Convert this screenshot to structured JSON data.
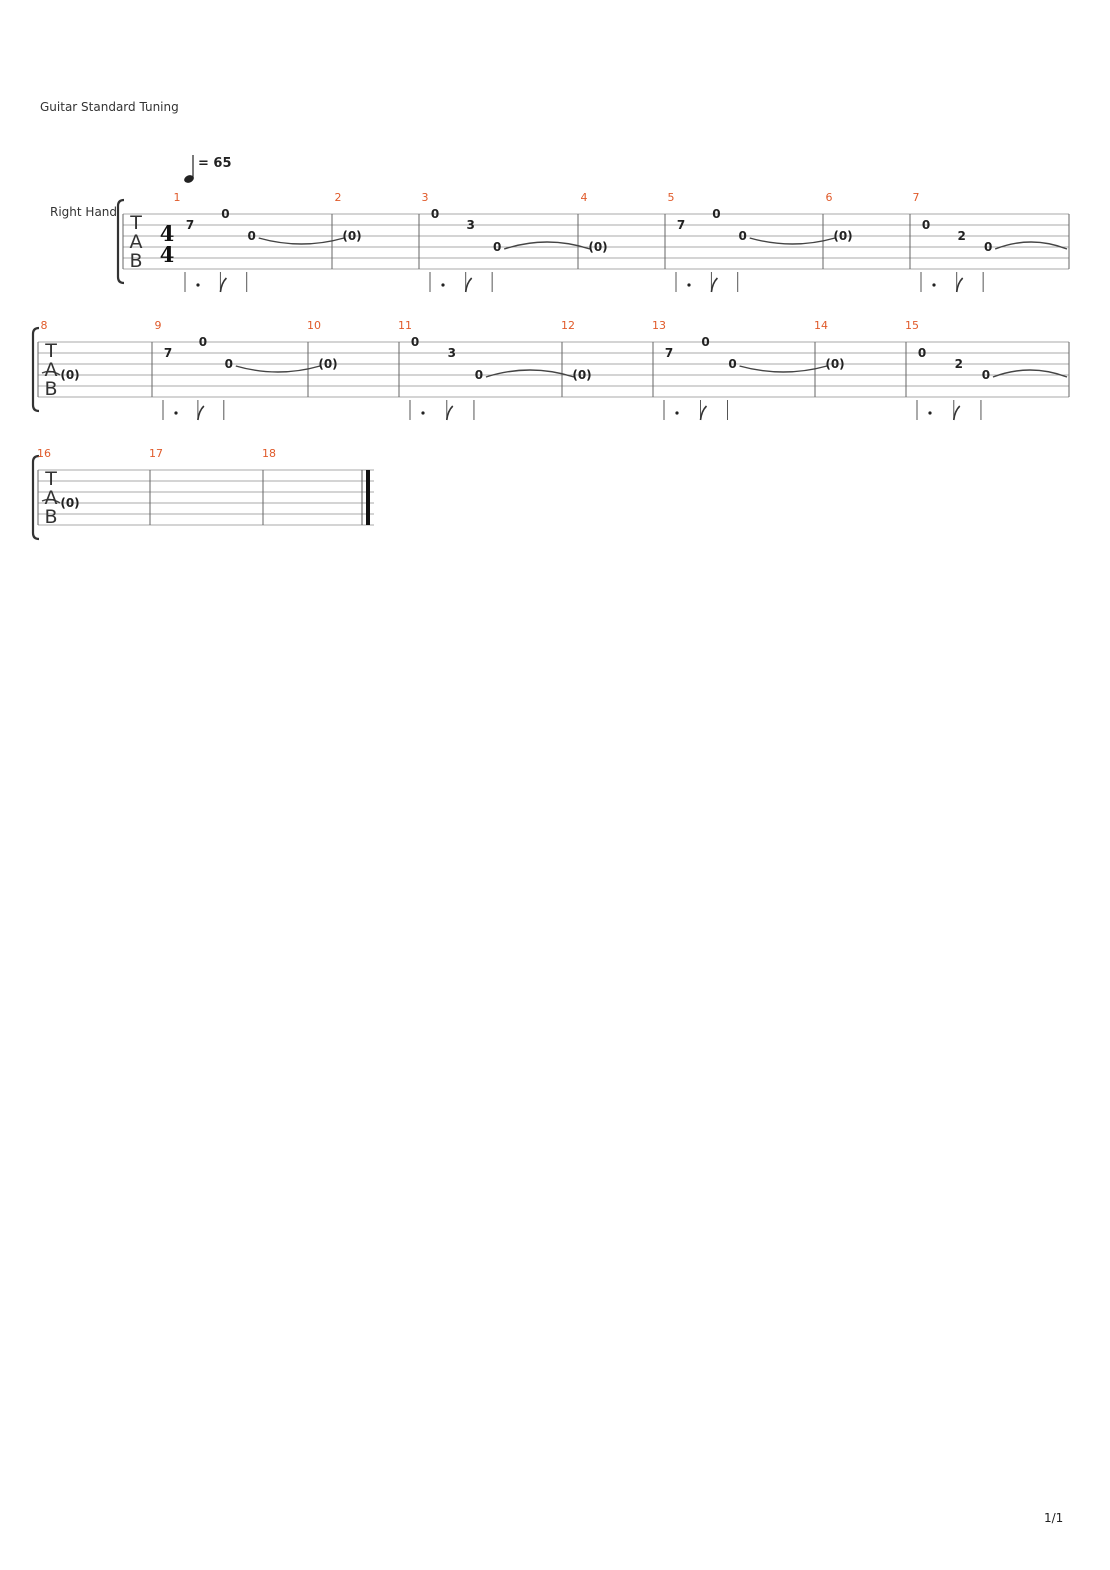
{
  "header": {
    "tuning": "Guitar Standard Tuning"
  },
  "tempo": {
    "value": "= 65"
  },
  "track": {
    "name": "Right Hand"
  },
  "time_signature": {
    "numerator": "4",
    "denominator": "4"
  },
  "tab_clef": [
    "T",
    "A",
    "B"
  ],
  "measures": [
    {
      "number": "1",
      "notes": [
        {
          "beat": 0,
          "string": 2,
          "fret": "7",
          "rhythm": "dotted-quarter"
        },
        {
          "beat": 1.5,
          "string": 1,
          "fret": "0",
          "rhythm": "eighth"
        },
        {
          "beat": 2,
          "string": 3,
          "fret": "0",
          "rhythm": "half",
          "tie_start": true
        }
      ]
    },
    {
      "number": "2",
      "notes": [
        {
          "beat": 0,
          "string": 3,
          "fret": "(0)",
          "tied": true
        }
      ]
    },
    {
      "number": "3",
      "notes": [
        {
          "beat": 0,
          "string": 1,
          "fret": "0",
          "rhythm": "dotted-quarter"
        },
        {
          "beat": 1.5,
          "string": 2,
          "fret": "3",
          "rhythm": "eighth"
        },
        {
          "beat": 2,
          "string": 4,
          "fret": "0",
          "rhythm": "half",
          "tie_start": true
        }
      ]
    },
    {
      "number": "4",
      "notes": [
        {
          "beat": 0,
          "string": 4,
          "fret": "(0)",
          "tied": true
        }
      ]
    },
    {
      "number": "5",
      "notes": [
        {
          "beat": 0,
          "string": 2,
          "fret": "7",
          "rhythm": "dotted-quarter"
        },
        {
          "beat": 1.5,
          "string": 1,
          "fret": "0",
          "rhythm": "eighth"
        },
        {
          "beat": 2,
          "string": 3,
          "fret": "0",
          "rhythm": "half",
          "tie_start": true
        }
      ]
    },
    {
      "number": "6",
      "notes": [
        {
          "beat": 0,
          "string": 3,
          "fret": "(0)",
          "tied": true
        }
      ]
    },
    {
      "number": "7",
      "notes": [
        {
          "beat": 0,
          "string": 2,
          "fret": "0",
          "rhythm": "dotted-quarter"
        },
        {
          "beat": 1.5,
          "string": 3,
          "fret": "2",
          "rhythm": "eighth"
        },
        {
          "beat": 2,
          "string": 4,
          "fret": "0",
          "rhythm": "half",
          "tie_start": true
        }
      ]
    },
    {
      "number": "8",
      "notes": [
        {
          "beat": 0,
          "string": 4,
          "fret": "(0)",
          "tied": true
        }
      ]
    },
    {
      "number": "9",
      "notes": [
        {
          "beat": 0,
          "string": 2,
          "fret": "7",
          "rhythm": "dotted-quarter"
        },
        {
          "beat": 1.5,
          "string": 1,
          "fret": "0",
          "rhythm": "eighth"
        },
        {
          "beat": 2,
          "string": 3,
          "fret": "0",
          "rhythm": "half",
          "tie_start": true
        }
      ]
    },
    {
      "number": "10",
      "notes": [
        {
          "beat": 0,
          "string": 3,
          "fret": "(0)",
          "tied": true
        }
      ]
    },
    {
      "number": "11",
      "notes": [
        {
          "beat": 0,
          "string": 1,
          "fret": "0",
          "rhythm": "dotted-quarter"
        },
        {
          "beat": 1.5,
          "string": 2,
          "fret": "3",
          "rhythm": "eighth"
        },
        {
          "beat": 2,
          "string": 4,
          "fret": "0",
          "rhythm": "half",
          "tie_start": true
        }
      ]
    },
    {
      "number": "12",
      "notes": [
        {
          "beat": 0,
          "string": 4,
          "fret": "(0)",
          "tied": true
        }
      ]
    },
    {
      "number": "13",
      "notes": [
        {
          "beat": 0,
          "string": 2,
          "fret": "7",
          "rhythm": "dotted-quarter"
        },
        {
          "beat": 1.5,
          "string": 1,
          "fret": "0",
          "rhythm": "eighth"
        },
        {
          "beat": 2,
          "string": 3,
          "fret": "0",
          "rhythm": "half",
          "tie_start": true
        }
      ]
    },
    {
      "number": "14",
      "notes": [
        {
          "beat": 0,
          "string": 3,
          "fret": "(0)",
          "tied": true
        }
      ]
    },
    {
      "number": "15",
      "notes": [
        {
          "beat": 0,
          "string": 2,
          "fret": "0",
          "rhythm": "dotted-quarter"
        },
        {
          "beat": 1.5,
          "string": 3,
          "fret": "2",
          "rhythm": "eighth"
        },
        {
          "beat": 2,
          "string": 4,
          "fret": "0",
          "rhythm": "half",
          "tie_start": true
        }
      ]
    },
    {
      "number": "16",
      "notes": [
        {
          "beat": 0,
          "string": 4,
          "fret": "(0)",
          "tied": true
        }
      ]
    },
    {
      "number": "17",
      "notes": []
    },
    {
      "number": "18",
      "notes": []
    }
  ],
  "footer": {
    "page": "1/1"
  }
}
